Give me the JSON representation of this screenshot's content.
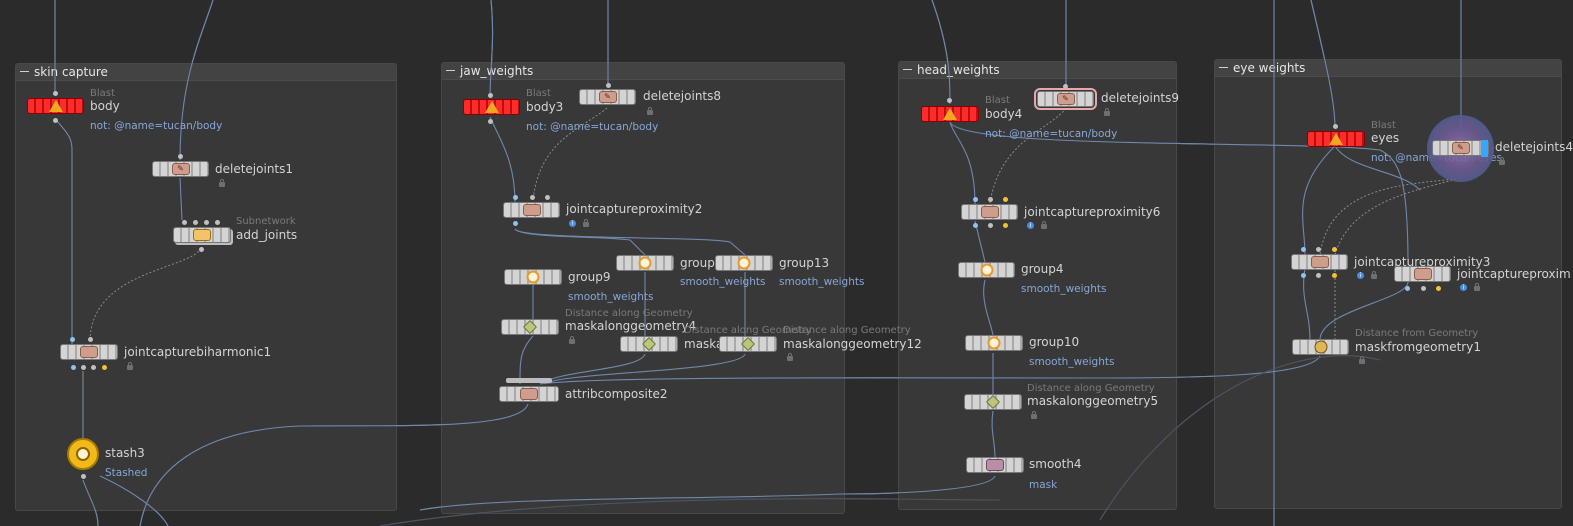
{
  "network_boxes": [
    {
      "id": "skin",
      "title": "skin capture"
    },
    {
      "id": "jaw",
      "title": "jaw_weights"
    },
    {
      "id": "head",
      "title": "head_weights"
    },
    {
      "id": "eye",
      "title": "eye weights"
    }
  ],
  "nodes": {
    "body": {
      "name": "body",
      "type": "Blast",
      "sub": "not: @name=tucan/body"
    },
    "deletejoints1": {
      "name": "deletejoints1"
    },
    "add_joints": {
      "name": "add_joints",
      "type": "Subnetwork"
    },
    "jointcapturebiharmonic1": {
      "name": "jointcapturebiharmonic1"
    },
    "stash3": {
      "name": "stash3",
      "sub": "Stashed"
    },
    "body3": {
      "name": "body3",
      "type": "Blast",
      "sub": "not: @name=tucan/body"
    },
    "deletejoints8": {
      "name": "deletejoints8"
    },
    "jointcaptureproximity2": {
      "name": "jointcaptureproximity2"
    },
    "group9": {
      "name": "group9",
      "sub": "smooth_weights"
    },
    "group1x": {
      "name": "group1",
      "sub": "smooth_weights"
    },
    "group13": {
      "name": "group13",
      "sub": "smooth_weights"
    },
    "maskalonggeometry4": {
      "name": "maskalonggeometry4",
      "type": "Distance along Geometry"
    },
    "maskalong_a": {
      "name": "maska",
      "type": "Distance along Geometry"
    },
    "maskalonggeometry12": {
      "name": "maskalonggeometry12",
      "type": "Distance along Geometry"
    },
    "attribcomposite2": {
      "name": "attribcomposite2"
    },
    "body4": {
      "name": "body4",
      "type": "Blast",
      "sub": "not: @name=tucan/body"
    },
    "deletejoints9": {
      "name": "deletejoints9"
    },
    "jointcaptureproximity6": {
      "name": "jointcaptureproximity6"
    },
    "group4": {
      "name": "group4",
      "sub": "smooth_weights"
    },
    "group10": {
      "name": "group10",
      "sub": "smooth_weights"
    },
    "maskalonggeometry5": {
      "name": "maskalonggeometry5",
      "type": "Distance along Geometry"
    },
    "smooth4": {
      "name": "smooth4",
      "sub": "mask"
    },
    "eyes": {
      "name": "eyes",
      "type": "Blast",
      "sub": "not: @name=tucan/eyes"
    },
    "deletejoints4x": {
      "name": "deletejoints4"
    },
    "jointcaptureproximity3": {
      "name": "jointcaptureproximity3"
    },
    "jointcaptureproxim": {
      "name": "jointcaptureproxim"
    },
    "maskfromgeometry1": {
      "name": "maskfromgeometry1",
      "type": "Distance from Geometry"
    }
  },
  "icons": {
    "blast": "triangle-warning-icon",
    "deletejoints": "delete-joints-icon",
    "subnetwork": "subnetwork-icon",
    "group": "ring-icon",
    "mask": "diamond-icon",
    "capture": "capture-icon",
    "stash": "stash-icon"
  },
  "colors": {
    "background": "#2b2b2b",
    "box": "#383838",
    "wire": "#7d93b5",
    "blast_node": "#ff2a2a",
    "stash_node": "#f2b91b",
    "subtext": "#86a7d8"
  }
}
